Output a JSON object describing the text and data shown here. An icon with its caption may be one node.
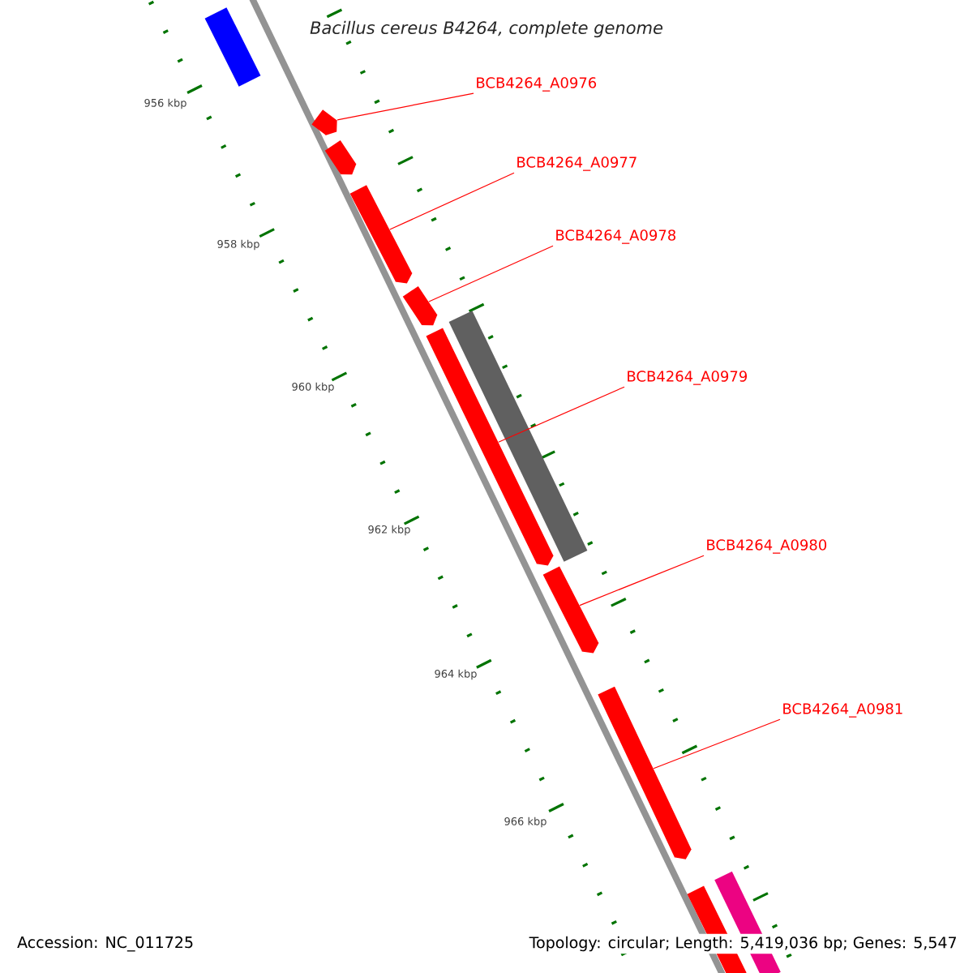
{
  "diagram": {
    "title": "Bacillus cereus B4264, complete genome",
    "nodes": [
      {
        "text": [
          "BCB4264_A0976"
        ]
      },
      {
        "text": [
          "BCB4264_A0977"
        ]
      },
      {
        "text": [
          "BCB4264_A0978"
        ]
      },
      {
        "text": [
          "BCB4264_A0979"
        ]
      },
      {
        "text": [
          "BCB4264_A0980"
        ]
      },
      {
        "text": [
          "BCB4264_A0981"
        ]
      },
      {
        "text": [],
        "shape": "box"
      },
      {
        "text": [],
        "shape": "arrow"
      },
      {
        "text": [],
        "shape": "arrow"
      },
      {
        "text": [],
        "shape": "arrow"
      },
      {
        "text": [],
        "shape": "arrow"
      },
      {
        "text": [],
        "shape": "box"
      },
      {
        "text": [],
        "shape": "arrow"
      },
      {
        "text": [],
        "shape": "arrow"
      },
      {
        "text": [],
        "shape": "arrow"
      },
      {
        "text": [],
        "shape": "arrow"
      },
      {
        "text": [],
        "shape": "box"
      }
    ],
    "edges": [
      {
        "from": 0,
        "to": 7,
        "arrow": "none"
      },
      {
        "from": 1,
        "to": 9,
        "arrow": "none"
      },
      {
        "from": 2,
        "to": 10,
        "arrow": "none"
      },
      {
        "from": 3,
        "to": 12,
        "arrow": "none"
      },
      {
        "from": 4,
        "to": 13,
        "arrow": "none"
      },
      {
        "from": 5,
        "to": 14,
        "arrow": "none"
      }
    ],
    "labels": [
      "956 kbp",
      "958 kbp",
      "960 kbp",
      "962 kbp",
      "964 kbp",
      "966 kbp",
      "Accession: NC_011725",
      "Topology: circular; Length: 5,419,036 bp; Genes: 5,547"
    ]
  }
}
